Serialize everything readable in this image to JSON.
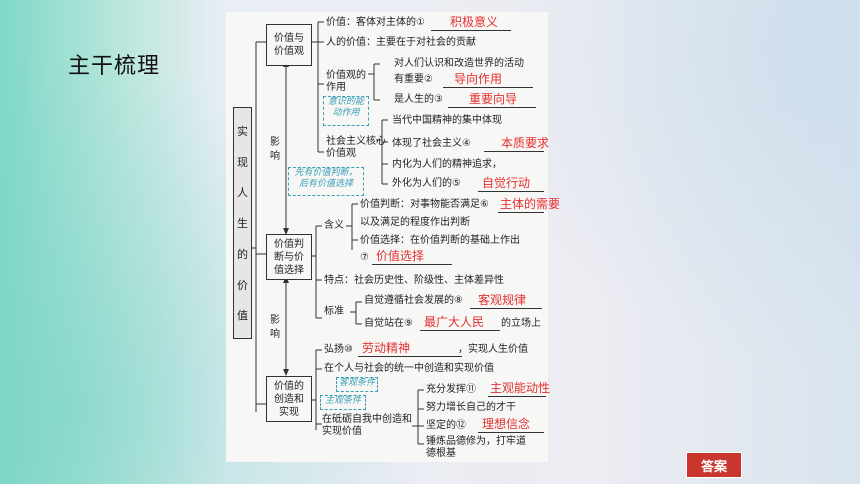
{
  "slide_title": "主干梳理",
  "answer_button": "答案",
  "root": [
    "实",
    "现",
    "人",
    "生",
    "的",
    "价",
    "值"
  ],
  "nodes": {
    "view": [
      "价值与",
      "价值观"
    ],
    "judge": [
      "价值判",
      "断与价",
      "值选择"
    ],
    "create": [
      "价值的",
      "创造和",
      "实现"
    ]
  },
  "influence": [
    "影",
    "响"
  ],
  "influence2": [
    "影",
    "响"
  ],
  "lines": {
    "l1": "价值：客体对主体的①",
    "l2": "人的价值：主要在于对社会的贡献",
    "role_label": [
      "价值观的",
      "作用"
    ],
    "r1a": "对人们认识和改造世界的活动",
    "r1b": "有重要②",
    "r2": "是人生的③",
    "core_label": [
      "社会主义核心",
      "价值观"
    ],
    "c1": "当代中国精神的集中体现",
    "c2": "体现了社会主义④",
    "c3": "内化为人们的精神追求，",
    "c4": "外化为人们的⑤",
    "mean_label": "含义",
    "m1": "价值判断：对事物能否满足⑥",
    "m2": "以及满足的程度作出判断",
    "m3": "价值选择：在价值判断的基础上作出",
    "m4": "⑦",
    "feature": "特点：社会历史性、阶级性、主体差异性",
    "std_label": "标准",
    "s1": "自觉遵循社会发展的⑧",
    "s2a": "自觉站在⑨",
    "s2b": "的立场上",
    "k1a": "弘扬⑩",
    "k1b": "，实现人生价值",
    "k2": "在个人与社会的统一中创造和实现价值",
    "k3": [
      "在砥砺自我中创造和",
      "实现价值"
    ],
    "q1": "充分发挥⑪",
    "q2": "努力增长自己的才干",
    "q3": "坚定的⑫",
    "q4": [
      "锤炼品德修为，打牢道",
      "德根基"
    ]
  },
  "answers": {
    "a1": "积极意义",
    "a2": "导向作用",
    "a3": "重要向导",
    "a4": "本质要求",
    "a5": "自觉行动",
    "a6": "主体的需要",
    "a7": "价值选择",
    "a8": "客观规律",
    "a9": "最广大人民",
    "a10": "劳动精神",
    "a11": "主观能动性",
    "a12": "理想信念"
  },
  "notes": {
    "n1": [
      "意识的能",
      "动作用"
    ],
    "n2": [
      "先有价值判断，",
      "后有价值选择"
    ],
    "n3": "客观条件",
    "n4": "主观条件"
  }
}
